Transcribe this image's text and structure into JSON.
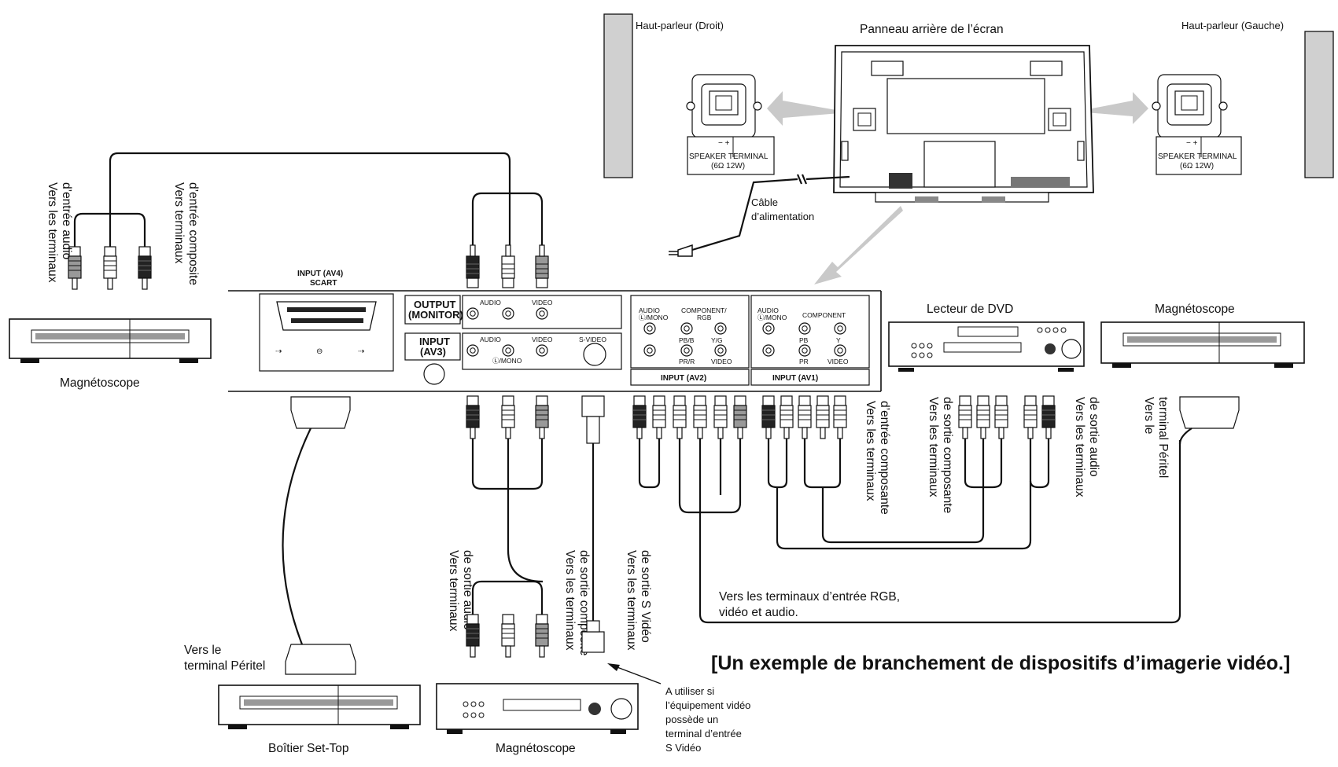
{
  "labels": {
    "speaker_right": "Haut-parleur (Droit)",
    "screen_rear": "Panneau arrière de l’écran",
    "speaker_left": "Haut-parleur (Gauche)",
    "power_cable_1": "Câble",
    "power_cable_2": "d’alimentation",
    "speaker_terminal": "SPEAKER TERMINAL",
    "speaker_spec": "(6Ω 12W)",
    "input_av4_1": "INPUT (AV4)",
    "input_av4_2": "SCART",
    "output_monitor_1": "OUTPUT",
    "output_monitor_2": "(MONITOR)",
    "input_av3_1": "INPUT",
    "input_av3_2": "(AV3)",
    "audio": "AUDIO",
    "video": "VIDEO",
    "svideo": "S-VIDEO",
    "l_mono": "Ⓛ/MONO",
    "component_rgb_1": "COMPONENT/",
    "component_rgb_2": "RGB",
    "component": "COMPONENT",
    "pb_b": "PB/B",
    "pr_r": "PR/R",
    "y_g": "Y/G",
    "pb": "PB",
    "pr": "PR",
    "y": "Y",
    "input_av2": "INPUT (AV2)",
    "input_av1": "INPUT (AV1)",
    "dvd_player": "Lecteur de DVD",
    "vcr": "Magnétoscope",
    "settop": "Boîtier Set-Top",
    "to_audio_in_1": "Vers les terminaux",
    "to_audio_in_2": "d’entrée audio",
    "to_composite_in_1": "Vers terminaux",
    "to_composite_in_2": "d’entrée composite",
    "to_component_in_1": "Vers les terminaux",
    "to_component_in_2": "d’entrée composante",
    "to_component_out_1": "Vers les terminaux",
    "to_component_out_2": "de sortie composante",
    "to_audio_out_1": "Vers les terminaux",
    "to_audio_out_2": "de sortie audio",
    "to_peritel_1": "Vers le",
    "to_peritel_2": "terminal Péritel",
    "to_audio_out_b_1": "Vers terminaux",
    "to_audio_out_b_2": "de sortie audio",
    "to_composite_out_1": "Vers les terminaux",
    "to_composite_out_2": "de sortie composite",
    "to_svideo_out_1": "Vers les terminaux",
    "to_svideo_out_2": "de sortie S Vidéo",
    "rgb_note_1": "Vers les terminaux d’entrée RGB,",
    "rgb_note_2": "vidéo et audio.",
    "settop_peritel_1": "Vers le",
    "settop_peritel_2": "terminal Péritel",
    "note_1": "A utiliser si",
    "note_2": "l’équipement vidéo",
    "note_3": "possède un",
    "note_4": "terminal d’entrée",
    "note_5": "S Vidéo",
    "caption": "[Un exemple de branchement de dispositifs d’imagerie vidéo.]"
  }
}
